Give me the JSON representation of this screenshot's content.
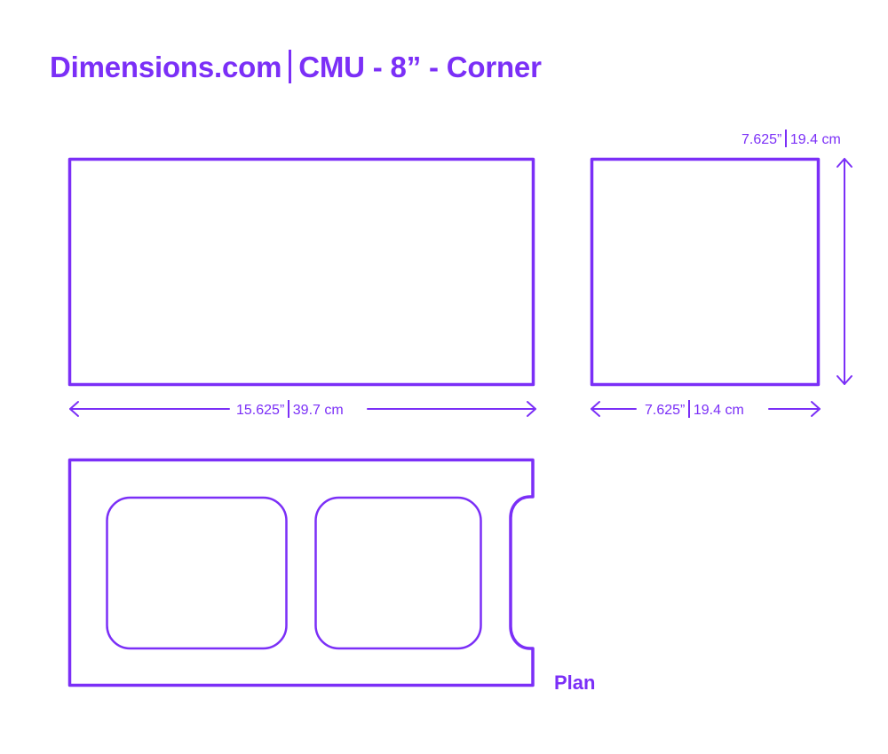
{
  "header": {
    "brand": "Dimensions.com",
    "title": "CMU - 8” - Corner"
  },
  "colors": {
    "accent": "#7b2ff7",
    "background": "#ffffff"
  },
  "views": {
    "front": {
      "width_dimension": {
        "imperial": "15.625”",
        "metric": "39.7 cm"
      }
    },
    "side": {
      "width_dimension": {
        "imperial": "7.625”",
        "metric": "19.4 cm"
      },
      "height_dimension": {
        "imperial": "7.625”",
        "metric": "19.4 cm"
      }
    },
    "plan": {
      "label": "Plan"
    }
  }
}
